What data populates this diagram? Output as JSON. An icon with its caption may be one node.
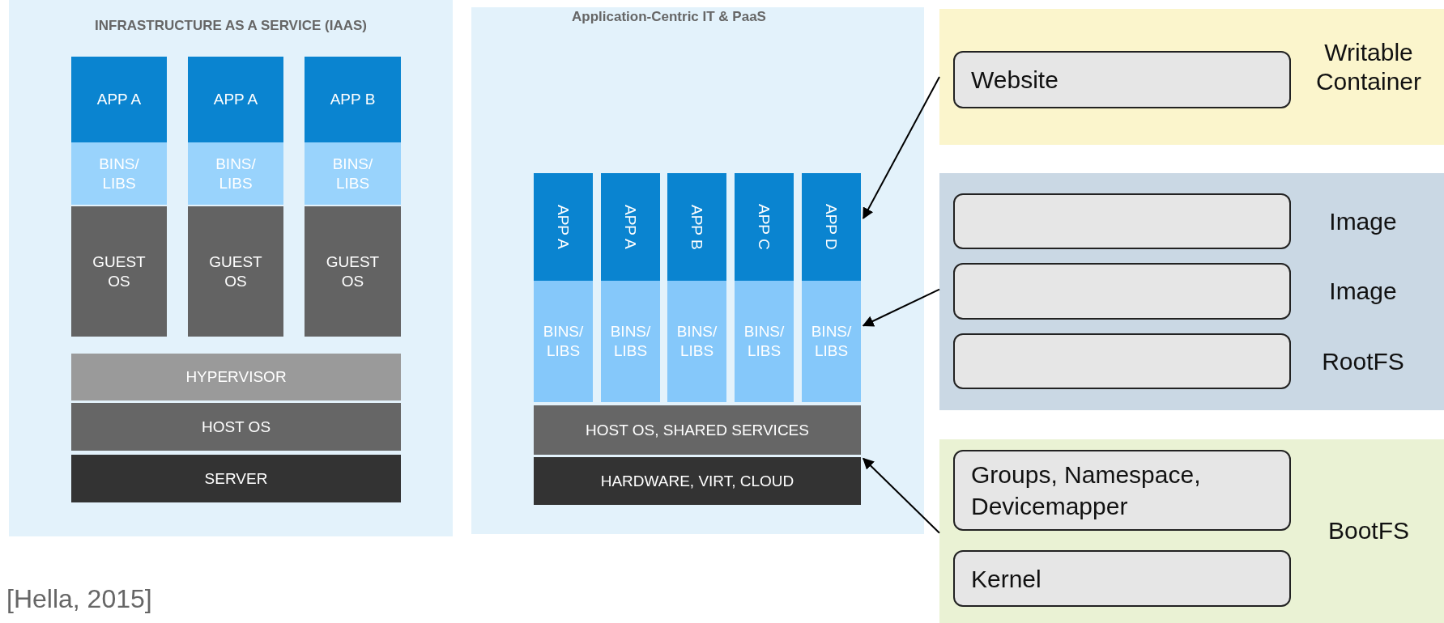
{
  "diagram": {
    "nodes": [
      {
        "text": [
          "INFRASTRUCTURE AS A SERVICE (IAAS)"
        ]
      },
      {
        "text": [
          "APP A"
        ],
        "in": 0
      },
      {
        "text": [
          "APP A"
        ],
        "in": 0
      },
      {
        "text": [
          "APP B"
        ],
        "in": 0
      },
      {
        "text": [
          "BINS/ LIBS"
        ],
        "in": 0
      },
      {
        "text": [
          "BINS/ LIBS"
        ],
        "in": 0
      },
      {
        "text": [
          "BINS/ LIBS"
        ],
        "in": 0
      },
      {
        "text": [
          "GUEST OS"
        ],
        "in": 0
      },
      {
        "text": [
          "GUEST OS"
        ],
        "in": 0
      },
      {
        "text": [
          "GUEST OS"
        ],
        "in": 0
      },
      {
        "text": [
          "HYPERVISOR"
        ],
        "in": 0
      },
      {
        "text": [
          "HOST OS"
        ],
        "in": 0
      },
      {
        "text": [
          "SERVER"
        ],
        "in": 0
      },
      {
        "text": [
          "Application-Centric IT & PaaS"
        ]
      },
      {
        "text": [
          "APP A"
        ],
        "in": 13
      },
      {
        "text": [
          "APP A"
        ],
        "in": 13
      },
      {
        "text": [
          "APP B"
        ],
        "in": 13
      },
      {
        "text": [
          "APP C"
        ],
        "in": 13
      },
      {
        "text": [
          "APP D"
        ],
        "in": 13
      },
      {
        "text": [
          "BINS/ LIBS"
        ],
        "in": 13
      },
      {
        "text": [
          "BINS/ LIBS"
        ],
        "in": 13
      },
      {
        "text": [
          "BINS/ LIBS"
        ],
        "in": 13
      },
      {
        "text": [
          "BINS/ LIBS"
        ],
        "in": 13
      },
      {
        "text": [
          "BINS/ LIBS"
        ],
        "in": 13
      },
      {
        "text": [
          "HOST OS, SHARED SERVICES"
        ],
        "in": 13
      },
      {
        "text": [
          "HARDWARE, VIRT, CLOUD"
        ],
        "in": 13
      },
      {
        "text": [
          "Writable Container"
        ]
      },
      {
        "text": [
          "Website"
        ],
        "in": 26
      },
      {
        "text": [],
        "shape": "box"
      },
      {
        "text": [],
        "shape": "box",
        "in": 28,
        "beside": [
          "Image"
        ]
      },
      {
        "text": [],
        "shape": "box",
        "in": 28,
        "beside": [
          "Image"
        ]
      },
      {
        "text": [],
        "shape": "box",
        "in": 28,
        "beside": [
          "RootFS"
        ]
      },
      {
        "text": [
          "BootFS"
        ]
      },
      {
        "text": [
          "Groups, Namespace, Devicemapper"
        ],
        "in": 32
      },
      {
        "text": [
          "Kernel"
        ],
        "in": 32
      }
    ],
    "edges": [
      {
        "from": 26,
        "to": 18,
        "arrow": "to"
      },
      {
        "from": 28,
        "to": 23,
        "arrow": "to"
      },
      {
        "from": 32,
        "to": 25,
        "arrow": "to"
      }
    ],
    "labels": [
      "[Hella, 2015]"
    ]
  }
}
